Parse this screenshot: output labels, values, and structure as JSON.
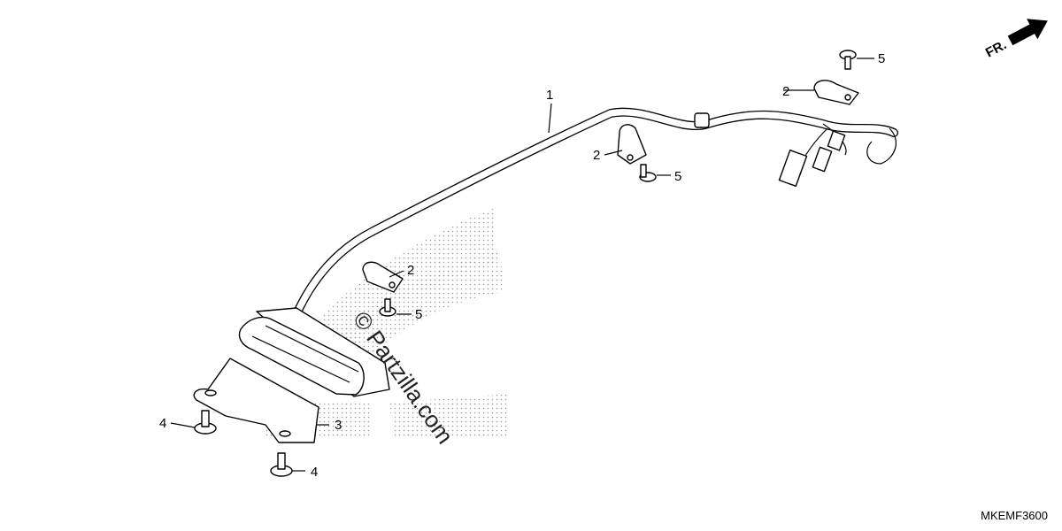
{
  "diagram_code": "MKEMF3600",
  "front_arrow_label": "FR.",
  "watermark": "© Partzilla.com",
  "callouts": {
    "harness": "1",
    "clamp_a": "2",
    "clamp_b": "2",
    "clamp_c": "2",
    "plate": "3",
    "screw_a": "4",
    "screw_b": "4",
    "bolt_a": "5",
    "bolt_b": "5",
    "bolt_c": "5"
  }
}
